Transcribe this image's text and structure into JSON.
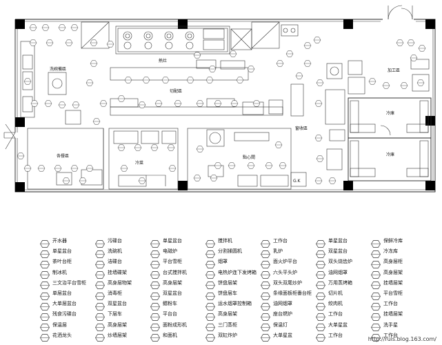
{
  "plan": {
    "zones": {
      "washing": "洗碗備區",
      "hot_kitchen": "熱灶",
      "cutting": "切配區",
      "prep_storage": "各餐區",
      "cold_dish": "冷菜",
      "pastry": "點心間",
      "receiving": "窗收區",
      "processing": "加工區",
      "cold_store_1": "冷庫",
      "cold_store_2": "冷庫",
      "gk": "G.K"
    }
  },
  "legend": {
    "columns": [
      [
        "开水器",
        "单星盆台",
        "茶叶台柜",
        "制冰机",
        "三文治平台雪柜",
        "单层盆台",
        "大单层盆台",
        "残食污碟台",
        "保温层",
        "花洒龙头"
      ],
      [
        "污碟台",
        "洗碗机",
        "洁碟台",
        "挂墙碟架",
        "高身层物架",
        "消毒柜",
        "双星盆台",
        "下层车",
        "高身层架",
        "炒墙层架"
      ],
      [
        "单星盆台",
        "电磁炉",
        "平台雪柜",
        "台式搅拌机",
        "高身层架",
        "双星盆台",
        "鳍粉车",
        "平台台",
        "面粉成形机",
        "和面机"
      ],
      [
        "搅拌机",
        "分割揉圆机",
        "烟罩",
        "电热炉连下发烤箱",
        "饼盘层架",
        "饼盘层车",
        "运水烟罩控制箱",
        "高身层架",
        "三门蒸柜",
        "双缸炸炉"
      ],
      [
        "工作台",
        "乳炉",
        "面火炉平台",
        "六头平头炉",
        "双头双尾炒炉",
        "条缘面板柜番台柜",
        "油网烟罩",
        "座台燃炉",
        "保温灯",
        "大单星盆"
      ],
      [
        "单星盆台",
        "双星盆台",
        "双头烧齿炉",
        "油网烟罩",
        "万用蒸烤箱",
        "切片机",
        "绞肉机",
        "工作台",
        "大单星盆",
        "工作台"
      ],
      [
        "保鲜冷库",
        "冷冻库",
        "高身层柜",
        "高身层架",
        "挂墙层架",
        "平台雪柜",
        "工作台",
        "挂墙层架",
        "洗手星",
        "工作台"
      ]
    ]
  },
  "watermark": "http://ruis.blog.163.com/"
}
